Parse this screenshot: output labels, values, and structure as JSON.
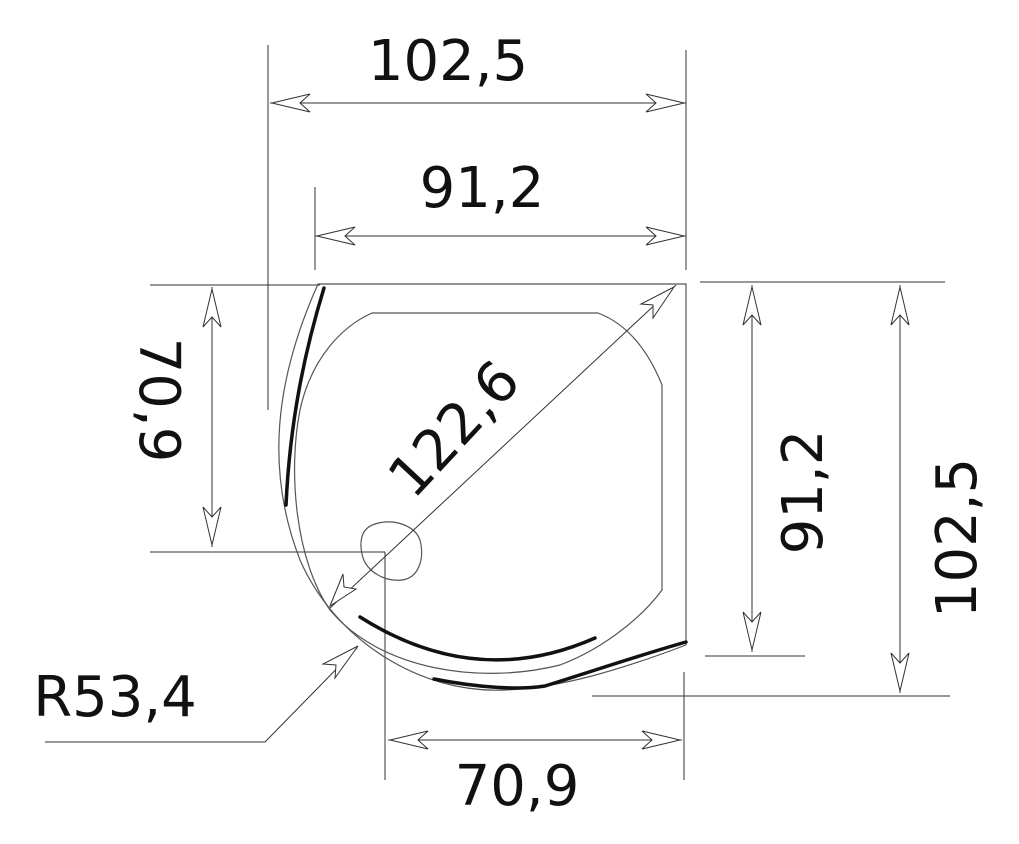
{
  "diagram": {
    "type": "quadrant shower tray technical drawing",
    "line_color": "#333333",
    "dimensions": {
      "overall_width_top": "102,5",
      "inner_width_top": "91,2",
      "diagonal": "122,6",
      "left_vertical": "70,9",
      "right_inner_height": "91,2",
      "right_overall_height": "102,5",
      "radius": "R53,4",
      "bottom_width": "70,9"
    }
  }
}
